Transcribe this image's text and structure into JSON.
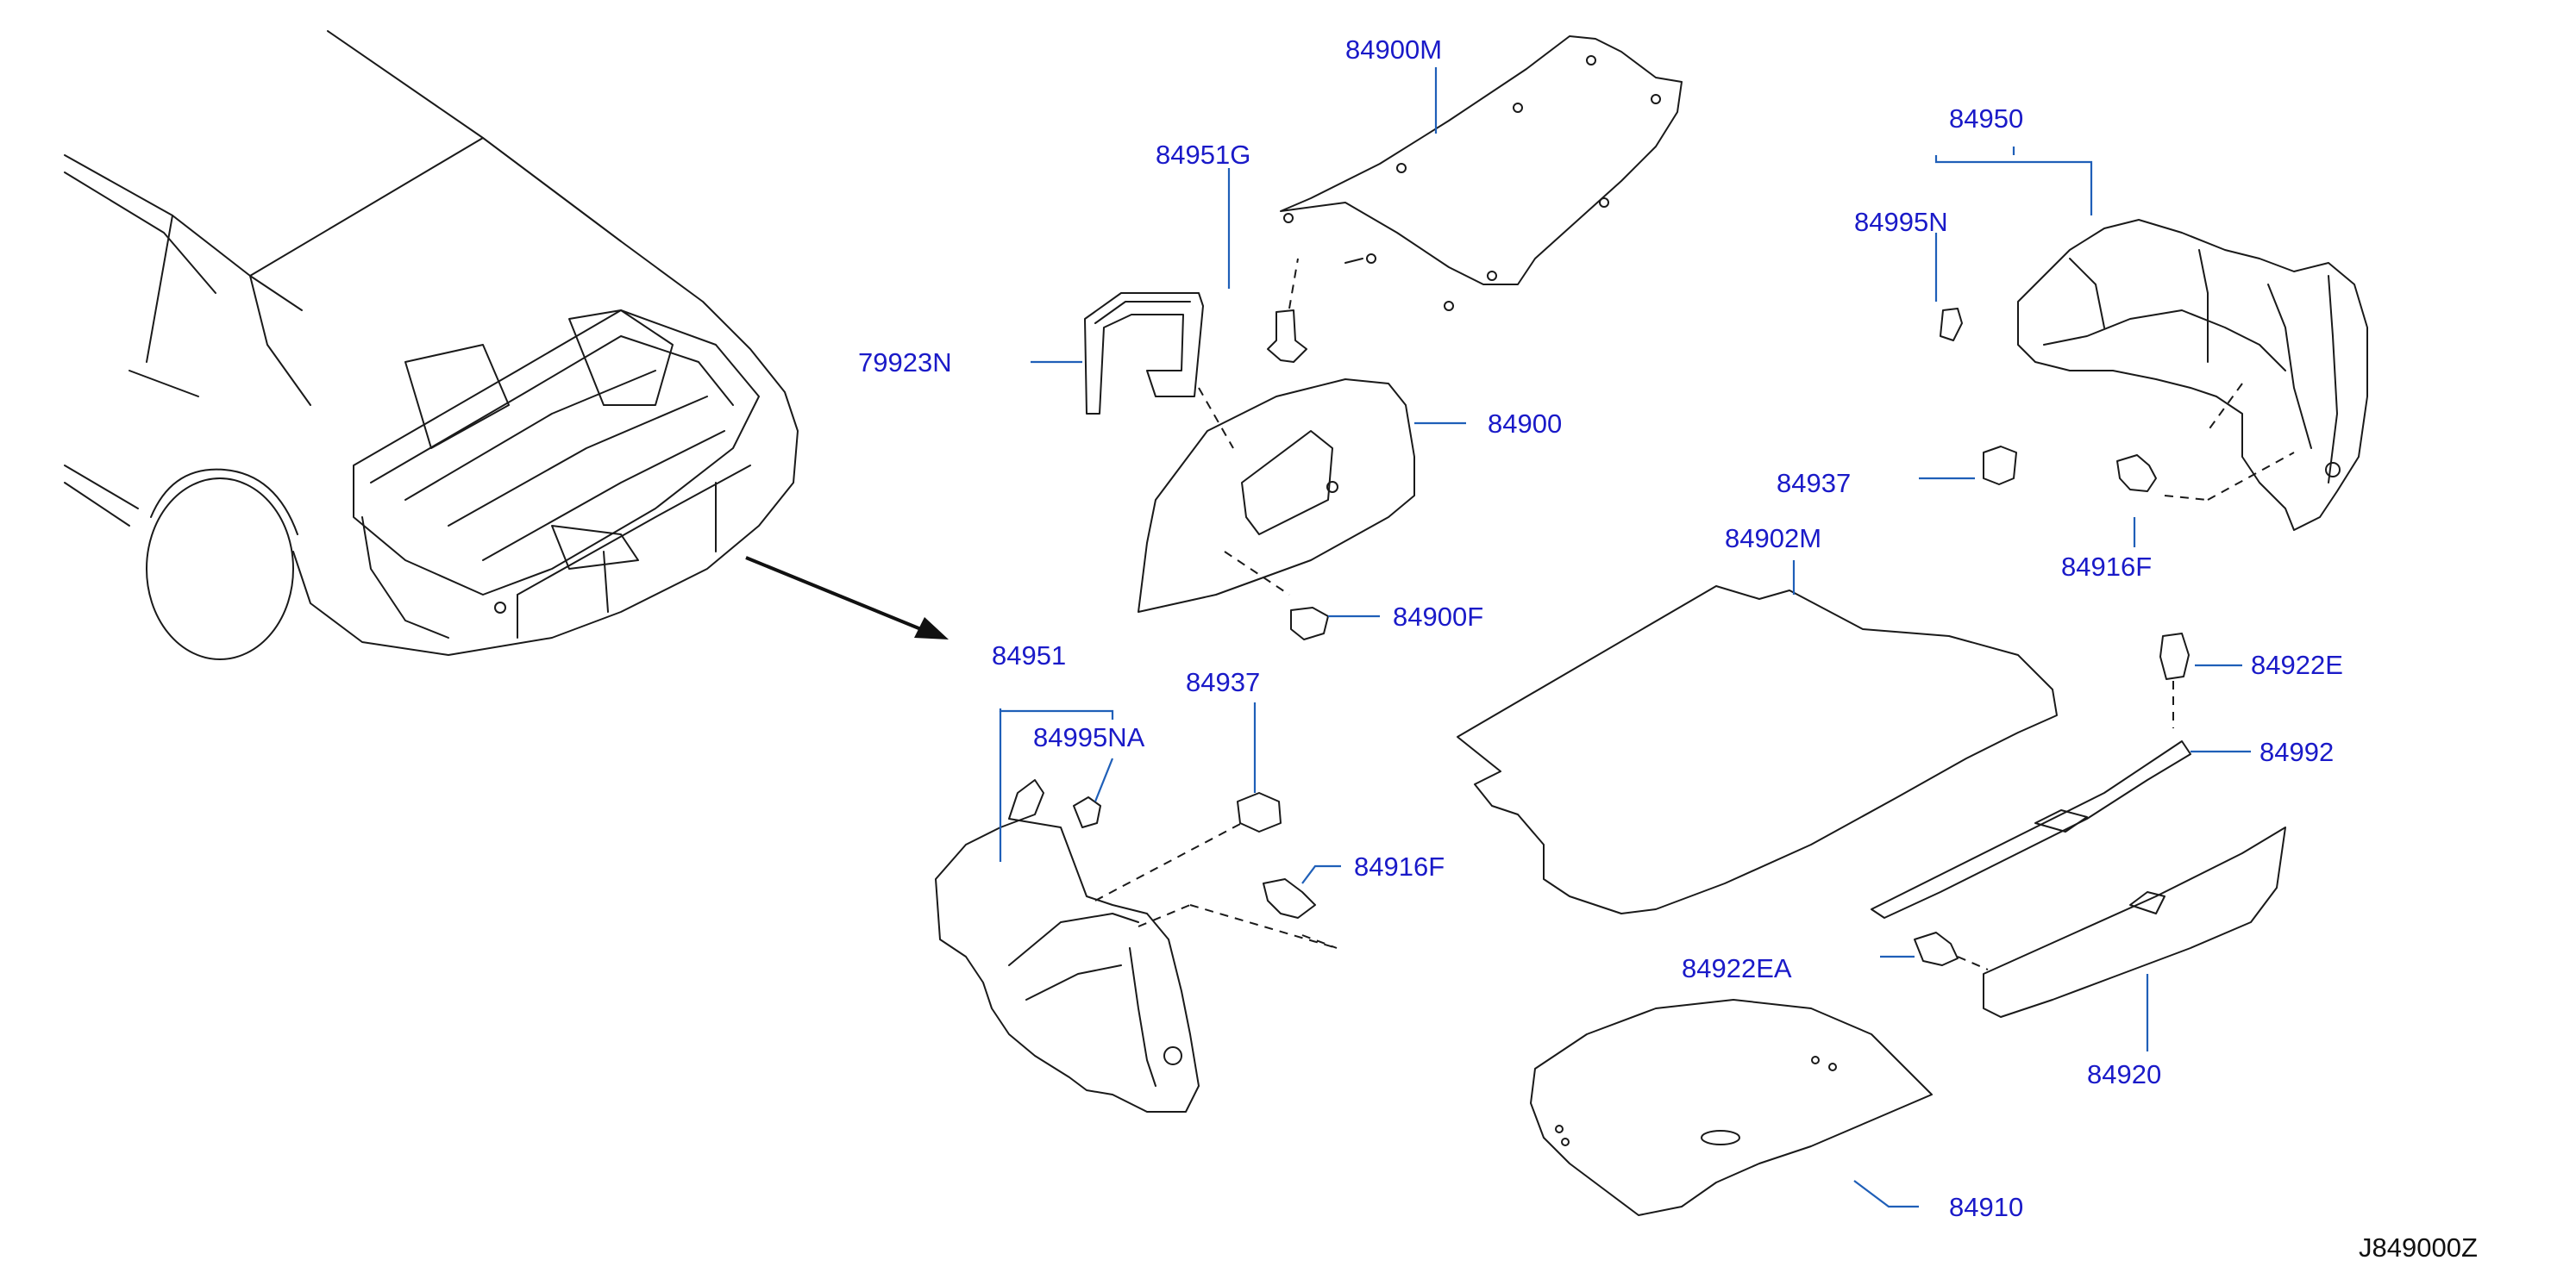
{
  "diagram": {
    "figure_code": "J849000Z",
    "label_color": "#1a1ac8",
    "leader_color": "#1f5fb8",
    "parts": [
      {
        "id": "84900M"
      },
      {
        "id": "84951G"
      },
      {
        "id": "79923N"
      },
      {
        "id": "84900"
      },
      {
        "id": "84900F"
      },
      {
        "id": "84950"
      },
      {
        "id": "84995N"
      },
      {
        "id": "84937"
      },
      {
        "id": "84916F"
      },
      {
        "id": "84902M"
      },
      {
        "id": "84951"
      },
      {
        "id": "84995NA"
      },
      {
        "id": "84937"
      },
      {
        "id": "84916F"
      },
      {
        "id": "84922E"
      },
      {
        "id": "84992"
      },
      {
        "id": "84922EA"
      },
      {
        "id": "84920"
      },
      {
        "id": "84910"
      }
    ]
  }
}
